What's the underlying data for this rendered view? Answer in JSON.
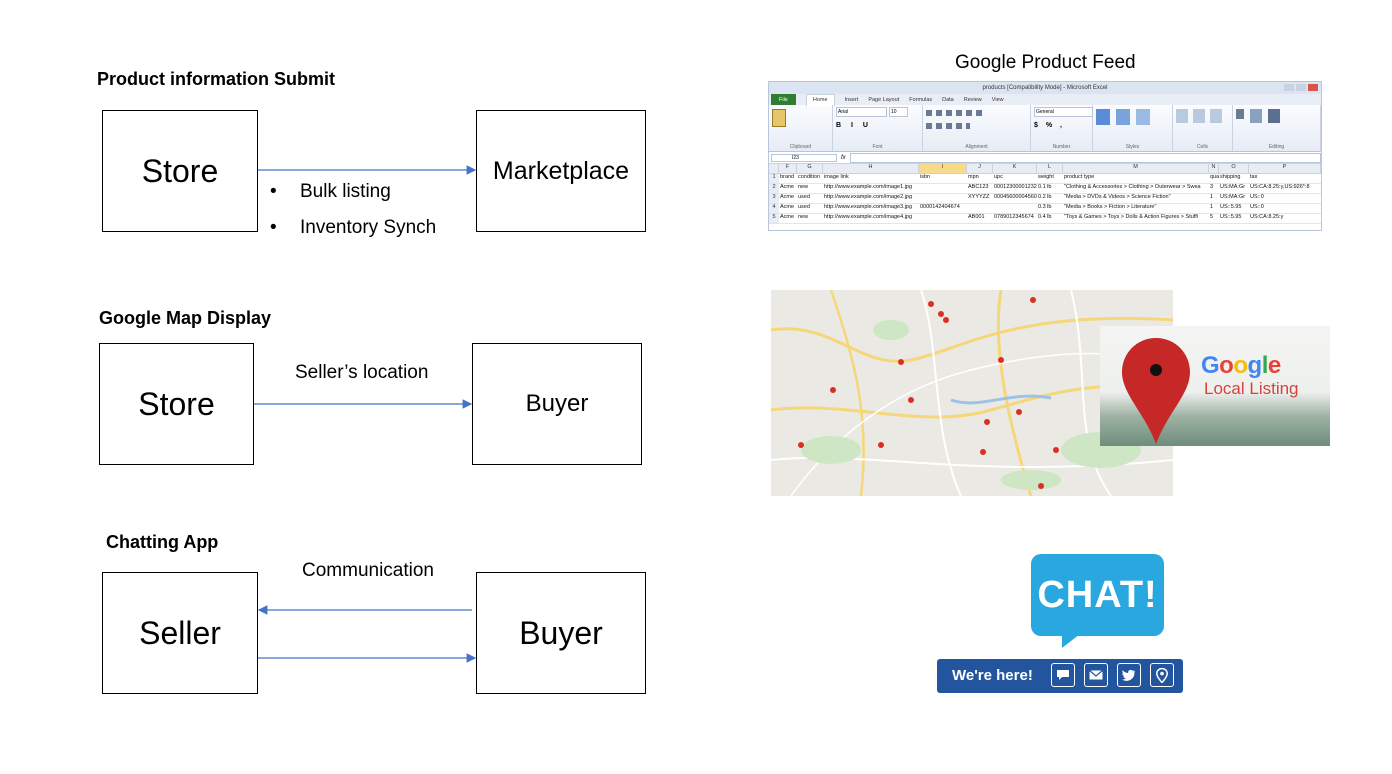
{
  "section1": {
    "heading": "Product information Submit",
    "left_box": "Store",
    "right_box": "Marketplace",
    "bullets": [
      "Bulk listing",
      "Inventory Synch"
    ]
  },
  "section2": {
    "heading": "Google Map Display",
    "left_box": "Store",
    "right_box": "Buyer",
    "arrow_label": "Seller’s location"
  },
  "section3": {
    "heading": "Chatting App",
    "left_box": "Seller",
    "right_box": "Buyer",
    "arrow_label": "Communication"
  },
  "feed": {
    "caption": "Google Product Feed",
    "window_title": "products [Compatibility Mode] - Microsoft Excel",
    "tabs": [
      "File",
      "Home",
      "Insert",
      "Page Layout",
      "Formulas",
      "Data",
      "Review",
      "View"
    ],
    "groups": [
      "Clipboard",
      "Font",
      "Alignment",
      "Number",
      "Styles",
      "Cells",
      "Editing"
    ],
    "font_name": "Arial",
    "font_size": "10",
    "number_format": "General",
    "name_box": "I23",
    "columns": [
      "",
      "F",
      "G",
      "H",
      "I",
      "J",
      "K",
      "L",
      "M",
      "N",
      "O",
      "P"
    ],
    "rows": [
      [
        "1",
        "brand",
        "condition",
        "image link",
        "isbn",
        "mpn",
        "upc",
        "weight",
        "product type",
        "quant",
        "shipping",
        "tax"
      ],
      [
        "2",
        "Acme",
        "new",
        "http://www.example.com/image1.jpg",
        "",
        "ABC123",
        "00012300001232",
        "0.1 lb",
        "\"Clothing & Accessories > Clothing > Outerwear > Swea",
        "3",
        "US:MA:Gr",
        "US:CA:8.25:y,US:926*:8"
      ],
      [
        "3",
        "Acme",
        "used",
        "http://www.example.com/image2.jpg",
        "",
        "XYYYZZ",
        "00045600004560",
        "0.2 lb",
        "\"Media > DVDs & Videos > Science Fiction\"",
        "1",
        "US:MA:Gr",
        "US::0"
      ],
      [
        "4",
        "Acme",
        "used",
        "http://www.example.com/image3.jpg",
        "0000142404674",
        "",
        "",
        "0.3 lb",
        "\"Media > Books > Fiction > Literature\"",
        "1",
        "US::5.95",
        "US::0"
      ],
      [
        "5",
        "Acme",
        "new",
        "http://www.example.com/image4.jpg",
        "",
        "AB001",
        "0789012345674",
        "0.4 lb",
        "\"Toys & Games > Toys > Dolls & Action Figures > Stuffi",
        "5",
        "US::5.95",
        "US:CA:8.25:y"
      ]
    ]
  },
  "local_listing": {
    "google_letters": [
      "G",
      "o",
      "o",
      "g",
      "l",
      "e"
    ],
    "google_colors": [
      "#4285f4",
      "#ea4335",
      "#fbbc05",
      "#4285f4",
      "#34a853",
      "#ea4335"
    ],
    "subtitle": "Local Listing"
  },
  "chat": {
    "bubble_text": "CHAT!",
    "bar_text": "We're here!",
    "icons": [
      "chat-icon",
      "mail-icon",
      "twitter-icon",
      "location-pin-icon"
    ]
  },
  "colors": {
    "arrow": "#4472c4",
    "chat_blue": "#29a8e0",
    "bar_blue": "#23559f"
  }
}
